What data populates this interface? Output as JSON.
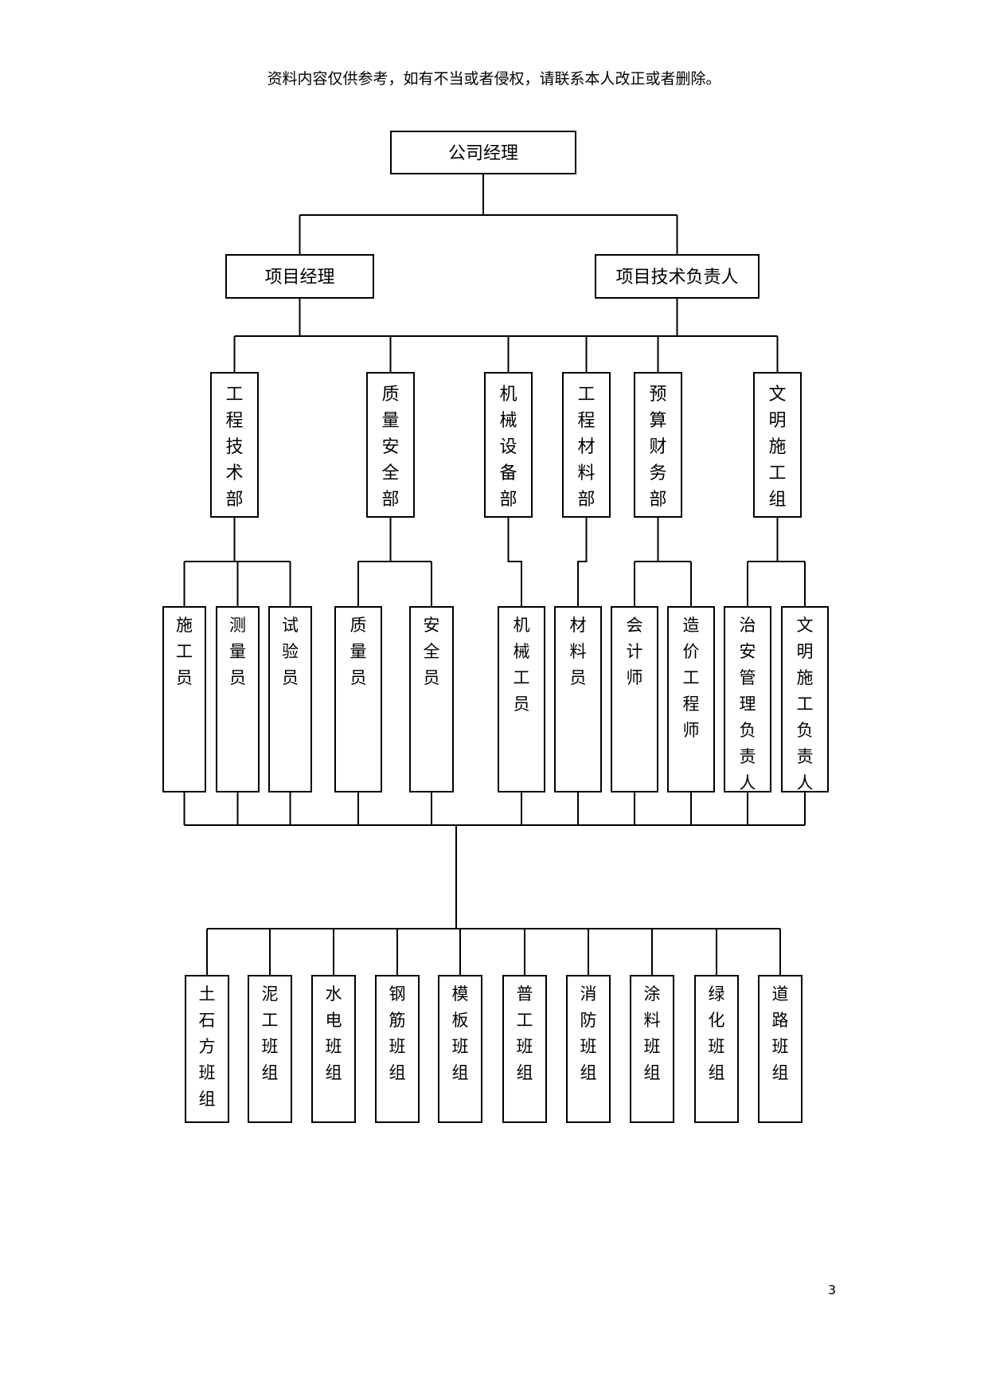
{
  "header": {
    "disclaimer": "资料内容仅供参考，如有不当或者侵权，请联系本人改正或者删除。"
  },
  "footer": {
    "page_number": "3"
  },
  "org_chart": {
    "root": "公司经理",
    "level1": [
      "项目经理",
      "项目技术负责人"
    ],
    "departments": [
      {
        "name": "工程技术部",
        "staff": [
          "施工员",
          "测量员",
          "试验员"
        ]
      },
      {
        "name": "质量安全部",
        "staff": [
          "质量员",
          "安全员"
        ]
      },
      {
        "name": "机械设备部",
        "staff": [
          "机械工员"
        ]
      },
      {
        "name": "工程材料部",
        "staff": [
          "材料员"
        ]
      },
      {
        "name": "预算财务部",
        "staff": [
          "会计师",
          "造价工程师"
        ]
      },
      {
        "name": "文明施工组",
        "staff": [
          "治安管理负责人",
          "文明施工负责人"
        ]
      }
    ],
    "teams": [
      "土石方班组",
      "泥工班组",
      "水电班组",
      "钢筋班组",
      "模板班组",
      "普工班组",
      "消防班组",
      "涂料班组",
      "绿化班组",
      "道路班组"
    ]
  }
}
